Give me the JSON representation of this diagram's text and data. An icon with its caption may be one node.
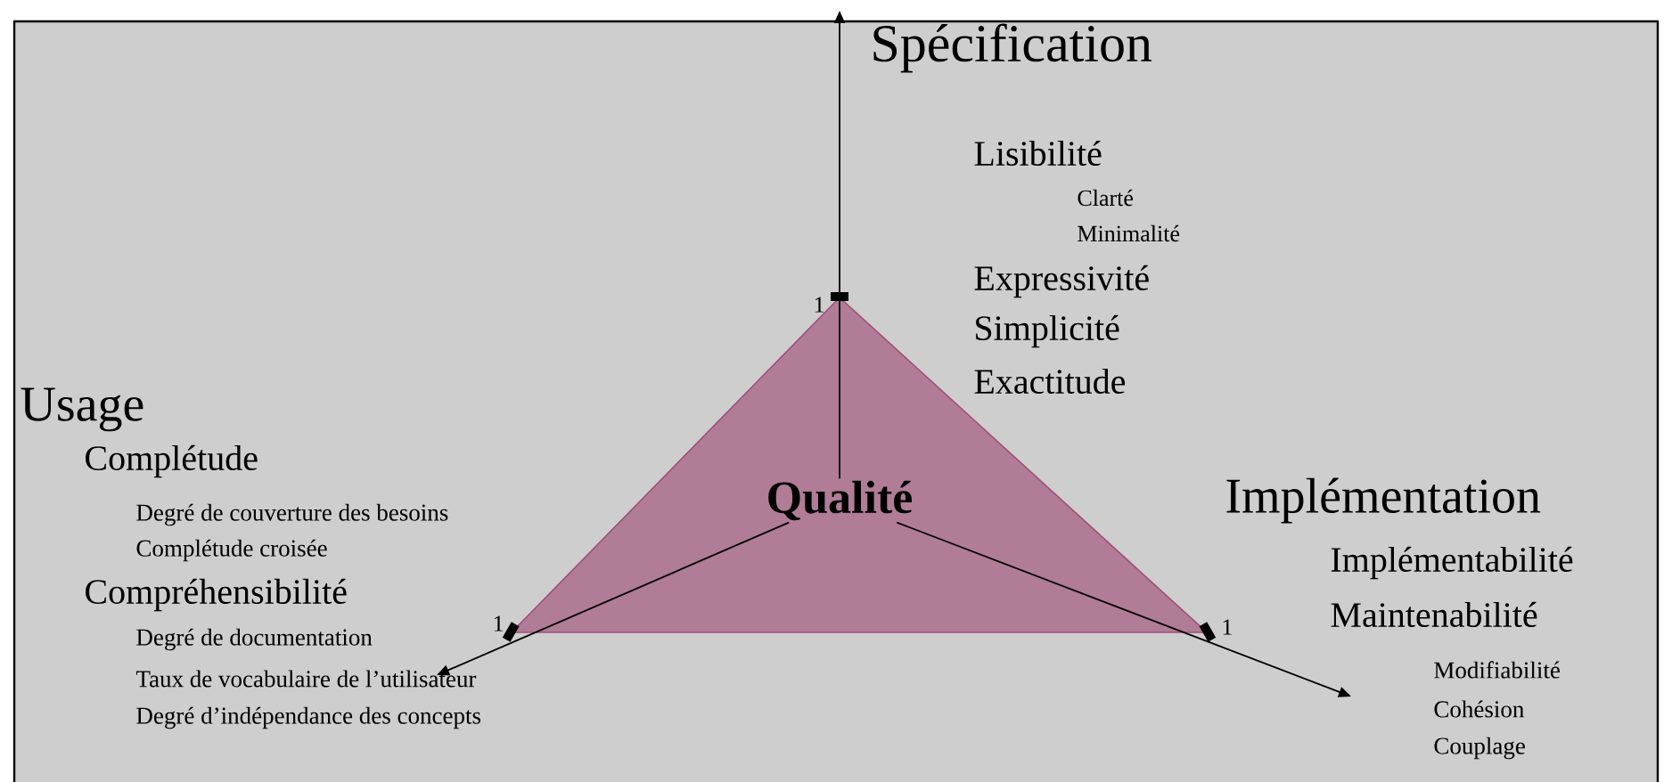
{
  "diagram": {
    "nodes": [
      {
        "text": [
          "Qualité"
        ]
      }
    ],
    "labels": [
      "Spécification",
      "Lisibilité",
      "Clarté",
      "Minimalité",
      "Expressivité",
      "Simplicité",
      "Exactitude",
      "1",
      "Usage",
      "Complétude",
      "Degré de couverture des besoins",
      "Complétude croisée",
      "Compréhensibilité",
      "Degré de documentation",
      "Taux de vocabulaire de l’utilisateur",
      "Degré d’indépendance des concepts",
      "1",
      "Implémentation",
      "Implémentabilité",
      "Maintenabilité",
      "Modifiabilité",
      "Cohésion",
      "Couplage",
      "1"
    ]
  }
}
